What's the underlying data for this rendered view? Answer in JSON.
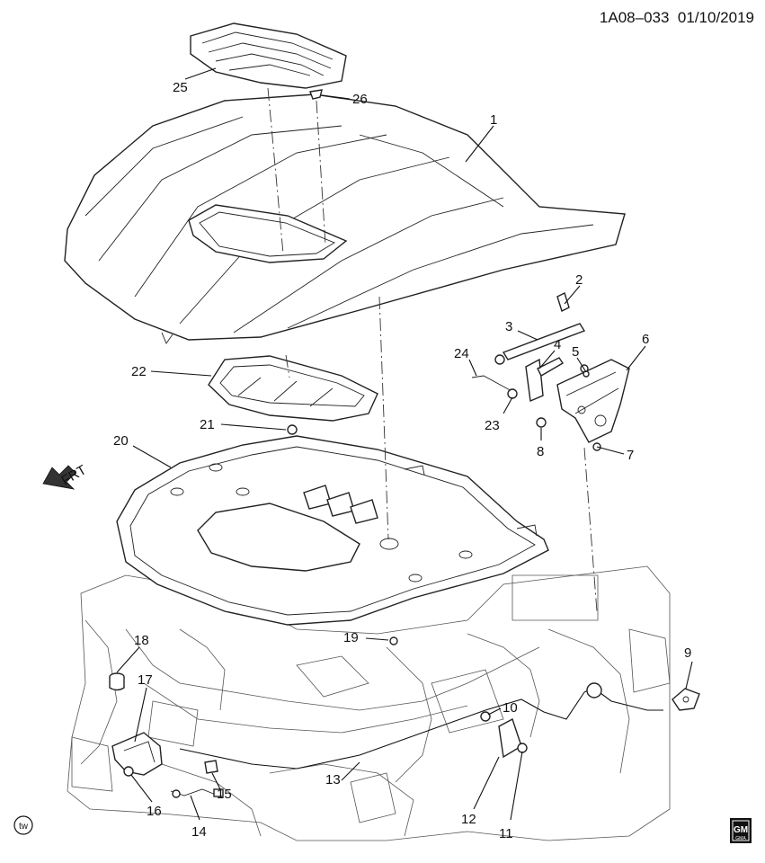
{
  "diagram_code": "1A08–033",
  "diagram_date": "01/10/2019",
  "front_arrow_label": "FRT",
  "corner_badge": "tw",
  "logo": {
    "letters": "GM",
    "subtext": "GMA"
  },
  "callouts": [
    "1",
    "2",
    "3",
    "4",
    "5",
    "6",
    "7",
    "8",
    "9",
    "10",
    "11",
    "12",
    "13",
    "14",
    "15",
    "16",
    "17",
    "18",
    "19",
    "20",
    "21",
    "22",
    "23",
    "24",
    "25",
    "26"
  ]
}
